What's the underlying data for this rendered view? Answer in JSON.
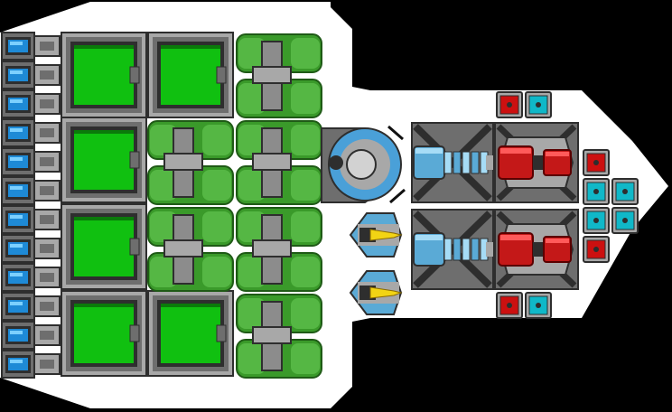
{
  "ship": {
    "title": "",
    "hull_color": "#ffffff",
    "background_color": "#000000"
  },
  "palette": {
    "frame_dark": "#2e2e2e",
    "frame_mid": "#6e6e6e",
    "frame_light": "#a8a8a8",
    "frame_highlight": "#d2d2d2",
    "storage_green": "#10c010",
    "storage_green_dark": "#0a7a0a",
    "tank_green": "#3a9a2a",
    "tank_green_light": "#6cd05a",
    "tank_green_dark": "#1f5a16",
    "pipe_gray": "#8c8c8c",
    "cell_blue": "#1e8ad6",
    "cell_blue_light": "#7cd0ff",
    "thruster_blue": "#5aaad6",
    "thruster_blue_light": "#a6dcf6",
    "cannon_red": "#c41818",
    "cannon_red_light": "#ff5a5a",
    "block_red": "#cc1010",
    "block_cyan": "#10b8c8",
    "missile_yellow": "#f2d414",
    "dome_blue": "#4aa0d8"
  },
  "modules": [
    {
      "name": "power-cell-column",
      "type": "power-cell",
      "icon": "battery-icon",
      "count": 12
    },
    {
      "name": "cargo-bay",
      "type": "storage",
      "icon": "cargo-container-icon",
      "count": 6
    },
    {
      "name": "fuel-tank-array",
      "type": "fuel-tank",
      "icon": "fuel-tank-icon",
      "count": 14
    },
    {
      "name": "command-bridge",
      "type": "cockpit",
      "icon": "cockpit-dome-icon",
      "count": 1
    },
    {
      "name": "missile-launcher",
      "type": "missile",
      "icon": "missile-icon",
      "count": 2
    },
    {
      "name": "ion-thruster",
      "type": "thruster",
      "icon": "thruster-icon",
      "count": 2
    },
    {
      "name": "laser-turret",
      "type": "turret",
      "icon": "turret-icon",
      "count": 2
    },
    {
      "name": "red-armor-block",
      "type": "armor",
      "icon": "armor-block-icon",
      "count": 4
    },
    {
      "name": "cyan-shield-block",
      "type": "shield",
      "icon": "shield-block-icon",
      "count": 6
    }
  ]
}
